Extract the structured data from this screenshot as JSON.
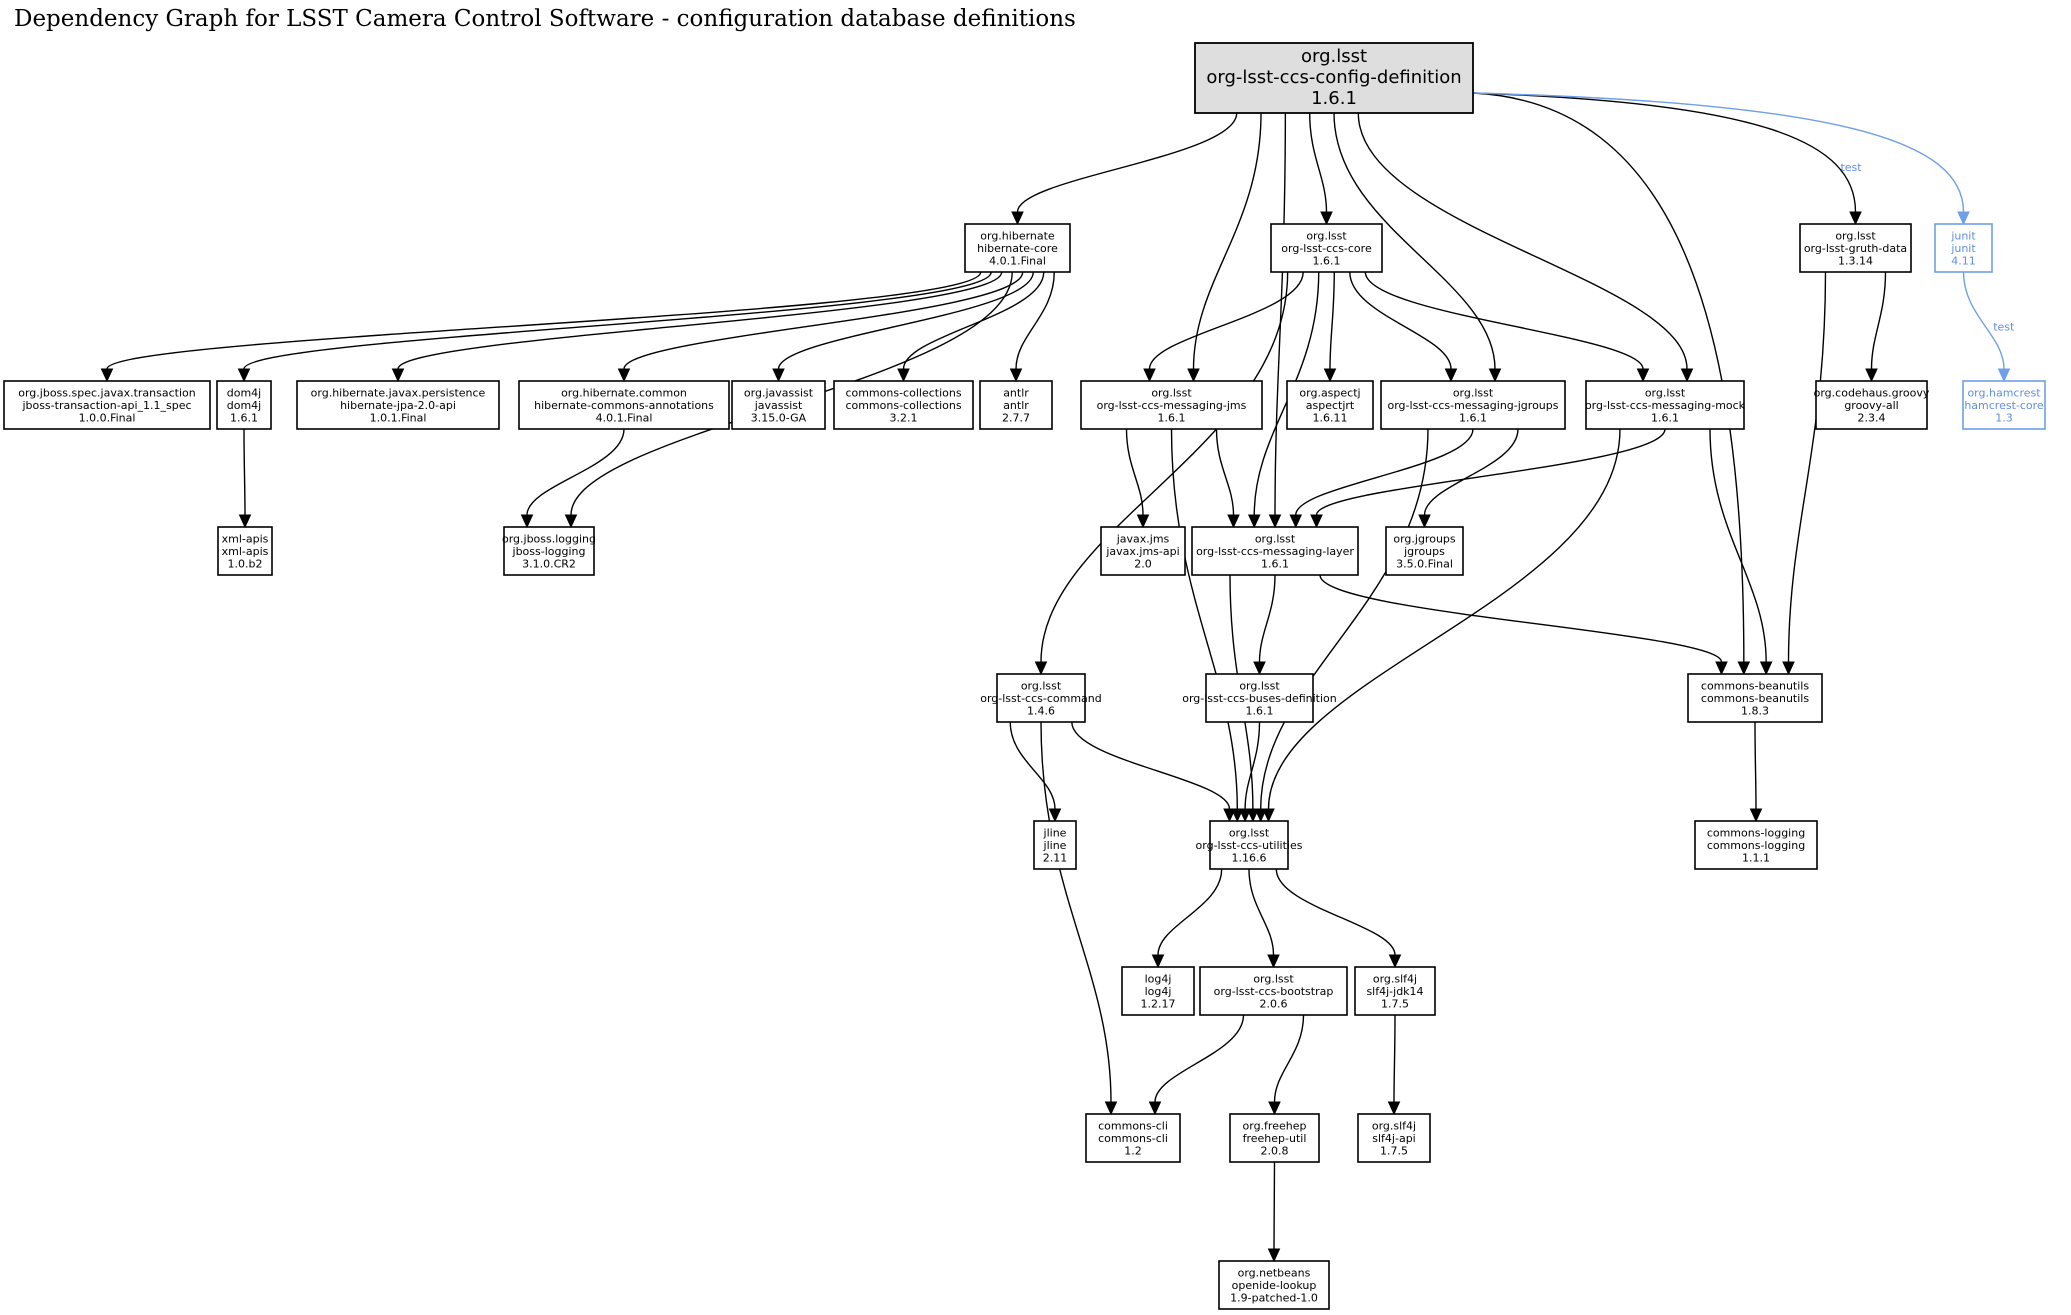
{
  "title": "Dependency Graph for LSST Camera Control Software - configuration database definitions",
  "colors": {
    "test": "#6f9fe8",
    "root_fill": "#dedede"
  },
  "nodes": [
    {
      "id": "config-def",
      "group": "org.lsst",
      "artifact": "org-lsst-ccs-config-definition",
      "version": "1.6.1",
      "kind": "root"
    },
    {
      "id": "hibernate-core",
      "group": "org.hibernate",
      "artifact": "hibernate-core",
      "version": "4.0.1.Final"
    },
    {
      "id": "ccs-core",
      "group": "org.lsst",
      "artifact": "org-lsst-ccs-core",
      "version": "1.6.1"
    },
    {
      "id": "gruth-data",
      "group": "org.lsst",
      "artifact": "org-lsst-gruth-data",
      "version": "1.3.14"
    },
    {
      "id": "junit",
      "group": "junit",
      "artifact": "junit",
      "version": "4.11",
      "kind": "test"
    },
    {
      "id": "jboss-tx",
      "group": "org.jboss.spec.javax.transaction",
      "artifact": "jboss-transaction-api_1.1_spec",
      "version": "1.0.0.Final"
    },
    {
      "id": "dom4j",
      "group": "dom4j",
      "artifact": "dom4j",
      "version": "1.6.1"
    },
    {
      "id": "hib-jpa",
      "group": "org.hibernate.javax.persistence",
      "artifact": "hibernate-jpa-2.0-api",
      "version": "1.0.1.Final"
    },
    {
      "id": "hib-annot",
      "group": "org.hibernate.common",
      "artifact": "hibernate-commons-annotations",
      "version": "4.0.1.Final"
    },
    {
      "id": "javassist",
      "group": "org.javassist",
      "artifact": "javassist",
      "version": "3.15.0-GA"
    },
    {
      "id": "commons-coll",
      "group": "commons-collections",
      "artifact": "commons-collections",
      "version": "3.2.1"
    },
    {
      "id": "antlr",
      "group": "antlr",
      "artifact": "antlr",
      "version": "2.7.7"
    },
    {
      "id": "msg-jms",
      "group": "org.lsst",
      "artifact": "org-lsst-ccs-messaging-jms",
      "version": "1.6.1"
    },
    {
      "id": "aspectj",
      "group": "org.aspectj",
      "artifact": "aspectjrt",
      "version": "1.6.11"
    },
    {
      "id": "msg-jgroups",
      "group": "org.lsst",
      "artifact": "org-lsst-ccs-messaging-jgroups",
      "version": "1.6.1"
    },
    {
      "id": "msg-mock",
      "group": "org.lsst",
      "artifact": "org-lsst-ccs-messaging-mock",
      "version": "1.6.1"
    },
    {
      "id": "groovy",
      "group": "org.codehaus.groovy",
      "artifact": "groovy-all",
      "version": "2.3.4"
    },
    {
      "id": "hamcrest",
      "group": "org.hamcrest",
      "artifact": "hamcrest-core",
      "version": "1.3",
      "kind": "test"
    },
    {
      "id": "xml-apis",
      "group": "xml-apis",
      "artifact": "xml-apis",
      "version": "1.0.b2"
    },
    {
      "id": "jboss-logging",
      "group": "org.jboss.logging",
      "artifact": "jboss-logging",
      "version": "3.1.0.CR2"
    },
    {
      "id": "jms-api",
      "group": "javax.jms",
      "artifact": "javax.jms-api",
      "version": "2.0"
    },
    {
      "id": "msg-layer",
      "group": "org.lsst",
      "artifact": "org-lsst-ccs-messaging-layer",
      "version": "1.6.1"
    },
    {
      "id": "jgroups",
      "group": "org.jgroups",
      "artifact": "jgroups",
      "version": "3.5.0.Final"
    },
    {
      "id": "ccs-command",
      "group": "org.lsst",
      "artifact": "org-lsst-ccs-command",
      "version": "1.4.6"
    },
    {
      "id": "buses-def",
      "group": "org.lsst",
      "artifact": "org-lsst-ccs-buses-definition",
      "version": "1.6.1"
    },
    {
      "id": "beanutils",
      "group": "commons-beanutils",
      "artifact": "commons-beanutils",
      "version": "1.8.3"
    },
    {
      "id": "jline",
      "group": "jline",
      "artifact": "jline",
      "version": "2.11"
    },
    {
      "id": "utilities",
      "group": "org.lsst",
      "artifact": "org-lsst-ccs-utilities",
      "version": "1.16.6"
    },
    {
      "id": "commons-logging",
      "group": "commons-logging",
      "artifact": "commons-logging",
      "version": "1.1.1"
    },
    {
      "id": "log4j",
      "group": "log4j",
      "artifact": "log4j",
      "version": "1.2.17"
    },
    {
      "id": "bootstrap",
      "group": "org.lsst",
      "artifact": "org-lsst-ccs-bootstrap",
      "version": "2.0.6"
    },
    {
      "id": "slf4j-jdk14",
      "group": "org.slf4j",
      "artifact": "slf4j-jdk14",
      "version": "1.7.5"
    },
    {
      "id": "commons-cli",
      "group": "commons-cli",
      "artifact": "commons-cli",
      "version": "1.2"
    },
    {
      "id": "freehep",
      "group": "org.freehep",
      "artifact": "freehep-util",
      "version": "2.0.8"
    },
    {
      "id": "slf4j-api",
      "group": "org.slf4j",
      "artifact": "slf4j-api",
      "version": "1.7.5"
    },
    {
      "id": "openide",
      "group": "org.netbeans",
      "artifact": "openide-lookup",
      "version": "1.9-patched-1.0"
    }
  ],
  "edges": [
    {
      "from": "config-def",
      "to": "hibernate-core"
    },
    {
      "from": "config-def",
      "to": "msg-jms"
    },
    {
      "from": "config-def",
      "to": "msg-layer"
    },
    {
      "from": "config-def",
      "to": "ccs-core"
    },
    {
      "from": "config-def",
      "to": "msg-jgroups"
    },
    {
      "from": "config-def",
      "to": "msg-mock"
    },
    {
      "from": "config-def",
      "to": "beanutils"
    },
    {
      "from": "config-def",
      "to": "gruth-data"
    },
    {
      "from": "config-def",
      "to": "junit",
      "label": "test",
      "kind": "test"
    },
    {
      "from": "hibernate-core",
      "to": "jboss-tx"
    },
    {
      "from": "hibernate-core",
      "to": "dom4j"
    },
    {
      "from": "hibernate-core",
      "to": "hib-jpa"
    },
    {
      "from": "hibernate-core",
      "to": "jboss-logging"
    },
    {
      "from": "hibernate-core",
      "to": "hib-annot"
    },
    {
      "from": "hibernate-core",
      "to": "javassist"
    },
    {
      "from": "hibernate-core",
      "to": "commons-coll"
    },
    {
      "from": "hibernate-core",
      "to": "antlr"
    },
    {
      "from": "ccs-core",
      "to": "ccs-command"
    },
    {
      "from": "ccs-core",
      "to": "msg-jms"
    },
    {
      "from": "ccs-core",
      "to": "msg-layer"
    },
    {
      "from": "ccs-core",
      "to": "aspectj"
    },
    {
      "from": "ccs-core",
      "to": "msg-jgroups"
    },
    {
      "from": "ccs-core",
      "to": "msg-mock"
    },
    {
      "from": "gruth-data",
      "to": "groovy"
    },
    {
      "from": "gruth-data",
      "to": "beanutils"
    },
    {
      "from": "junit",
      "to": "hamcrest",
      "label": "test",
      "kind": "test"
    },
    {
      "from": "dom4j",
      "to": "xml-apis"
    },
    {
      "from": "hib-annot",
      "to": "jboss-logging"
    },
    {
      "from": "msg-jms",
      "to": "jms-api"
    },
    {
      "from": "msg-jms",
      "to": "msg-layer"
    },
    {
      "from": "msg-jms",
      "to": "utilities"
    },
    {
      "from": "msg-jgroups",
      "to": "msg-layer"
    },
    {
      "from": "msg-jgroups",
      "to": "jgroups"
    },
    {
      "from": "msg-jgroups",
      "to": "utilities"
    },
    {
      "from": "msg-mock",
      "to": "msg-layer"
    },
    {
      "from": "msg-mock",
      "to": "utilities"
    },
    {
      "from": "msg-mock",
      "to": "beanutils"
    },
    {
      "from": "msg-layer",
      "to": "buses-def"
    },
    {
      "from": "msg-layer",
      "to": "utilities"
    },
    {
      "from": "msg-layer",
      "to": "beanutils"
    },
    {
      "from": "ccs-command",
      "to": "jline"
    },
    {
      "from": "ccs-command",
      "to": "utilities"
    },
    {
      "from": "ccs-command",
      "to": "commons-cli"
    },
    {
      "from": "buses-def",
      "to": "utilities"
    },
    {
      "from": "beanutils",
      "to": "commons-logging"
    },
    {
      "from": "utilities",
      "to": "log4j"
    },
    {
      "from": "utilities",
      "to": "bootstrap"
    },
    {
      "from": "utilities",
      "to": "slf4j-jdk14"
    },
    {
      "from": "bootstrap",
      "to": "commons-cli"
    },
    {
      "from": "bootstrap",
      "to": "freehep"
    },
    {
      "from": "slf4j-jdk14",
      "to": "slf4j-api"
    },
    {
      "from": "freehep",
      "to": "openide"
    }
  ]
}
